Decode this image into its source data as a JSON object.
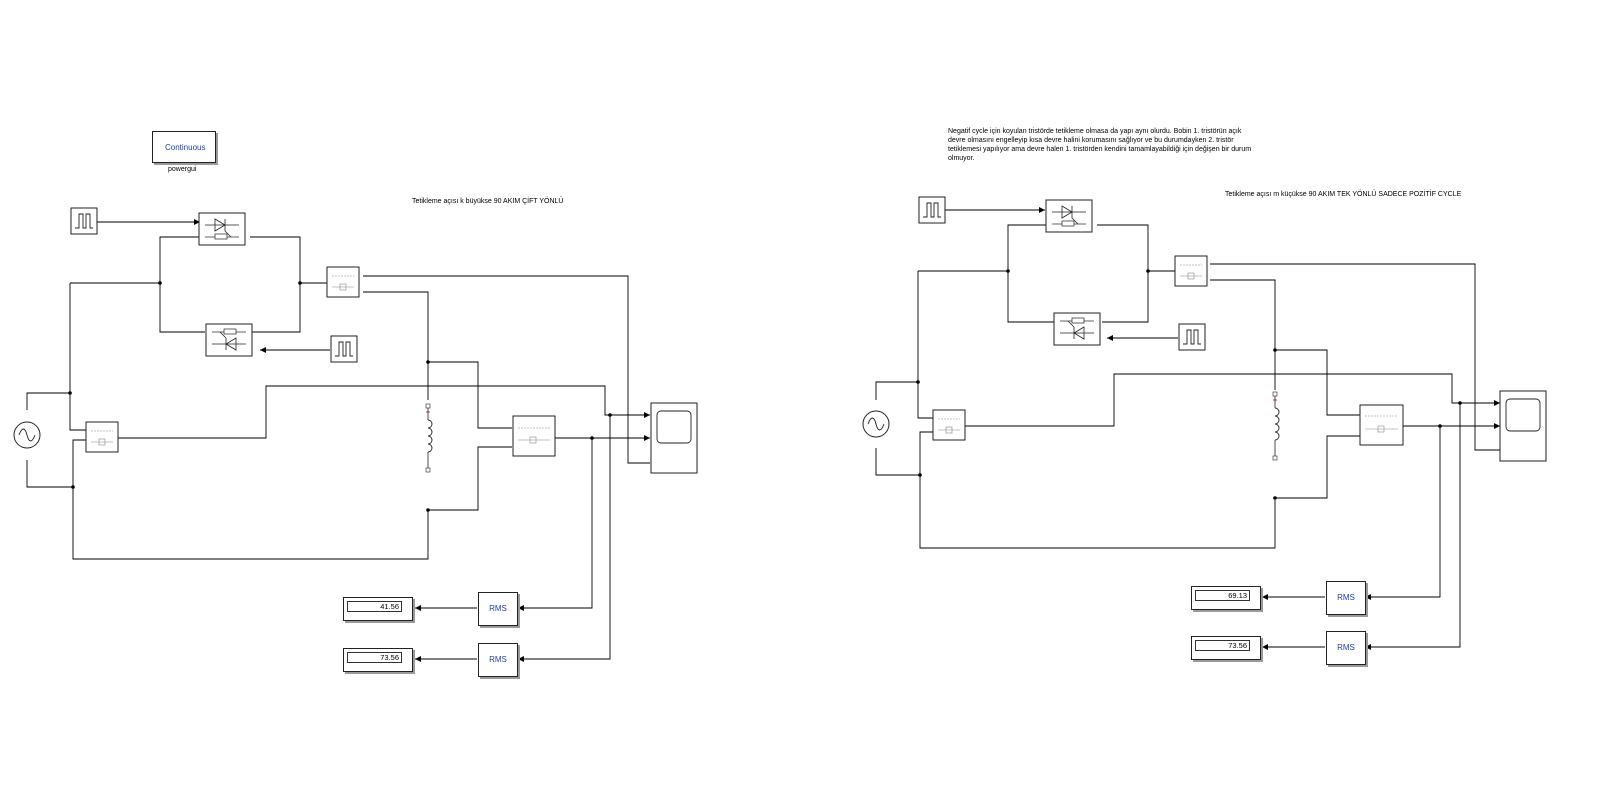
{
  "powergui": {
    "block_text": "Continuous",
    "label": "powergui"
  },
  "left_model": {
    "title": "Tetikleme açısı k büyükse 90 AKIM ÇİFT YÖNLÜ",
    "display_1": "41.56",
    "display_2": "73.56",
    "rms_label_1": "RMS",
    "rms_label_2": "RMS"
  },
  "right_model": {
    "title": "Tetikleme açısı m küçükse 90 AKIM TEK YÖNLÜ SADECE POZİTİF CYCLE",
    "note": "Negatif cycle için koyulan tristörde tetikleme olmasa da yapı aynı olurdu. Bobin 1. tristörün açık devre olmasını engelleyip kısa devre halini korumasını sağlıyor ve bu durumdayken 2. tristör tetiklemesi yapılıyor ama devre halen 1. tristörden kendini tamamlayabildiği için değişen bir durum olmuyor.",
    "display_1": "69.13",
    "display_2": "73.56",
    "rms_label_1": "RMS",
    "rms_label_2": "RMS"
  },
  "colors": {
    "wire": "#000000",
    "block_border": "#222222",
    "block_shadow": "#9a9a9a",
    "label_blue": "#1f3fa8",
    "inductor_marker": "#cc0000"
  }
}
